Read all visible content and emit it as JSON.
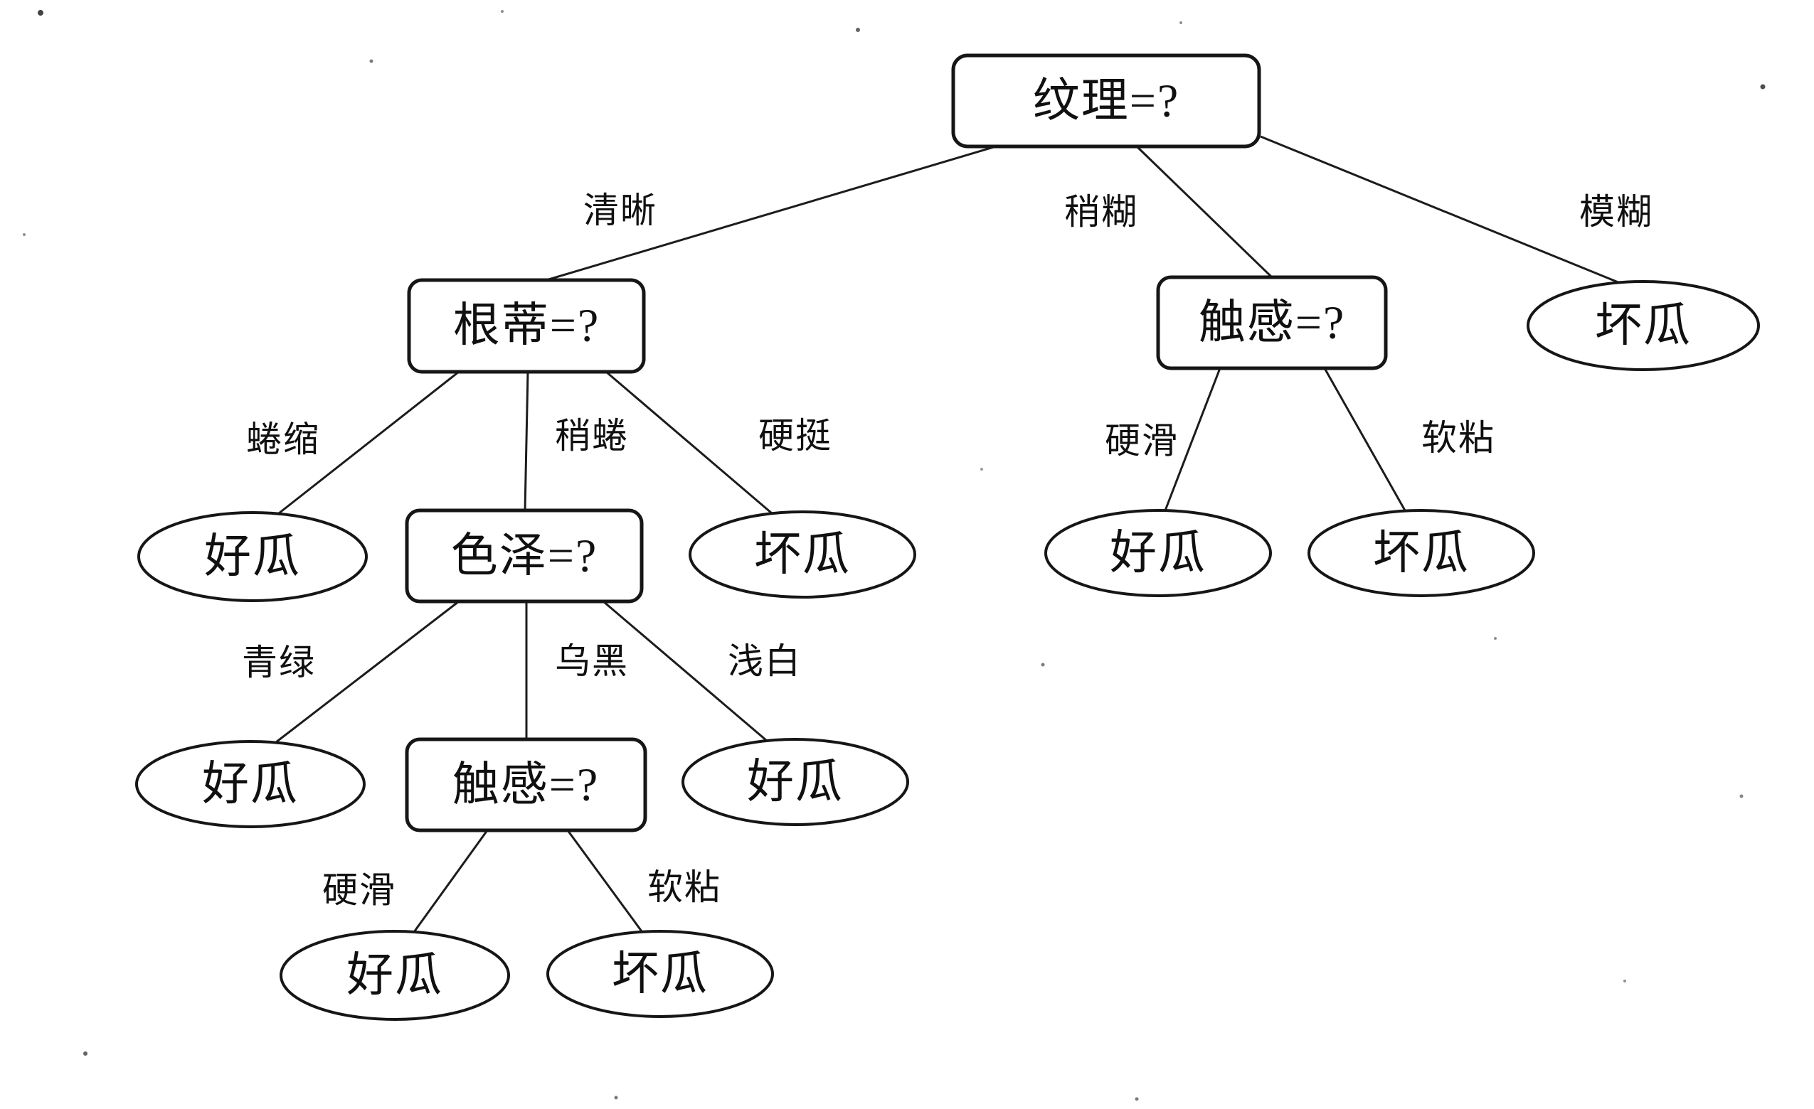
{
  "figure": {
    "type": "decision-tree-diagram",
    "background_color": "#ffffff",
    "ink_color": "#161616"
  },
  "tree": {
    "nodes": [
      {
        "id": "texture",
        "label": "纹理=?",
        "type": "decision"
      },
      {
        "id": "root-stem",
        "label": "根蒂=?",
        "type": "decision"
      },
      {
        "id": "touch-right",
        "label": "触感=?",
        "type": "decision"
      },
      {
        "id": "bad-blurry",
        "label": "坏瓜",
        "type": "leaf"
      },
      {
        "id": "good-curled",
        "label": "好瓜",
        "type": "leaf"
      },
      {
        "id": "color",
        "label": "色泽=?",
        "type": "decision"
      },
      {
        "id": "bad-stiff",
        "label": "坏瓜",
        "type": "leaf"
      },
      {
        "id": "good-hard-right",
        "label": "好瓜",
        "type": "leaf"
      },
      {
        "id": "bad-soft-right",
        "label": "坏瓜",
        "type": "leaf"
      },
      {
        "id": "good-green",
        "label": "好瓜",
        "type": "leaf"
      },
      {
        "id": "touch-bottom",
        "label": "触感=?",
        "type": "decision"
      },
      {
        "id": "good-lightwhite",
        "label": "好瓜",
        "type": "leaf"
      },
      {
        "id": "good-hard-bottom",
        "label": "好瓜",
        "type": "leaf"
      },
      {
        "id": "bad-soft-bottom",
        "label": "坏瓜",
        "type": "leaf"
      }
    ],
    "edges": [
      {
        "id": "clear",
        "label": "清晰"
      },
      {
        "id": "slightly-blurry",
        "label": "稍糊"
      },
      {
        "id": "blurry",
        "label": "模糊"
      },
      {
        "id": "curled",
        "label": "蜷缩"
      },
      {
        "id": "slightly-curled",
        "label": "稍蜷"
      },
      {
        "id": "stiff",
        "label": "硬挺"
      },
      {
        "id": "hard-smooth-right",
        "label": "硬滑"
      },
      {
        "id": "soft-sticky-right",
        "label": "软粘"
      },
      {
        "id": "green",
        "label": "青绿"
      },
      {
        "id": "dark",
        "label": "乌黑"
      },
      {
        "id": "light-white",
        "label": "浅白"
      },
      {
        "id": "hard-smooth-bottom",
        "label": "硬滑"
      },
      {
        "id": "soft-sticky-bottom",
        "label": "软粘"
      }
    ]
  }
}
